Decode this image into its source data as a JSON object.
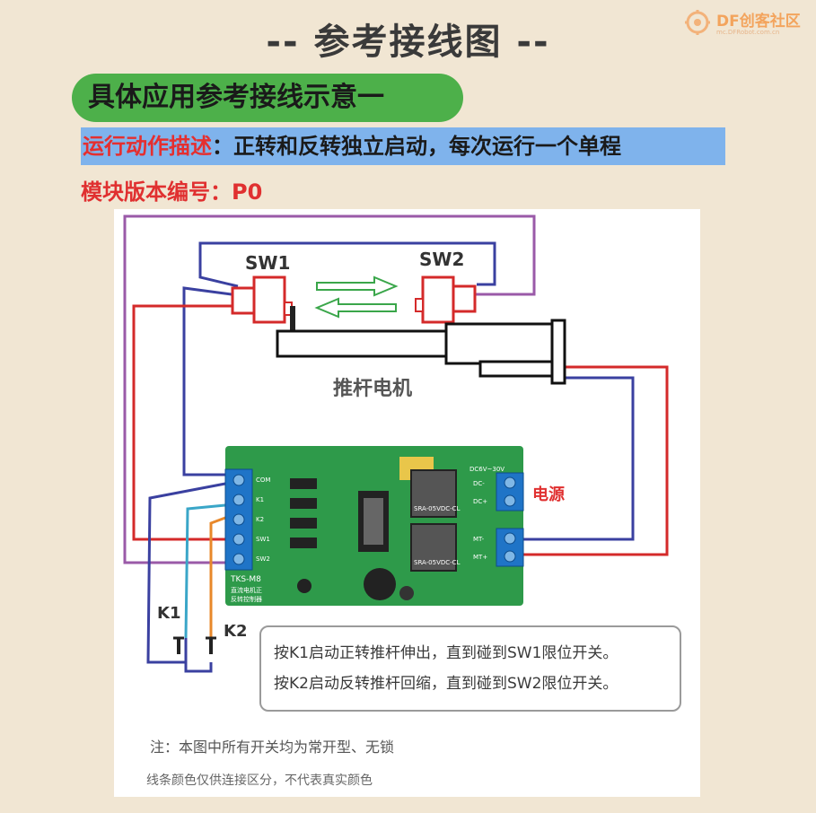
{
  "watermark": {
    "brand": "DF创客社区",
    "url": "mc.DFRobot.com.cn"
  },
  "title": "-- 参考接线图 --",
  "section_pill": "具体应用参考接线示意一",
  "motion": {
    "label": "运行动作描述",
    "separator": "：",
    "text": "正转和反转独立启动，每次运行一个单程"
  },
  "module_version": "模块版本编号：P0",
  "diagram": {
    "sw1": "SW1",
    "sw2": "SW2",
    "motor": "推杆电机",
    "power": "电源",
    "k1": "K1",
    "k2": "K2",
    "pcb": {
      "model": "TKS-M8",
      "subtitle1": "直流电机正",
      "subtitle2": "反转控制器",
      "dc_range": "DC6V~30V",
      "dc_minus": "DC-",
      "dc_plus": "DC+",
      "mt_minus": "MT-",
      "mt_plus": "MT+",
      "relay1": "SRA-05VDC-CL",
      "relay2": "SRA-05VDC-CL",
      "left_terminals": [
        "COM",
        "K1",
        "K2",
        "SW1",
        "SW2"
      ]
    },
    "instructions": [
      "按K1启动正转推杆伸出，直到碰到SW1限位开关。",
      "按K2启动反转推杆回缩，直到碰到SW2限位开关。"
    ],
    "note1": "注：本图中所有开关均为常开型、无锁",
    "note2": "线条颜色仅供连接区分，不代表真实颜色"
  },
  "colors": {
    "background": "#f1e6d3",
    "pill_green": "#4db04a",
    "highlight_blue": "#7fb3ec",
    "label_red": "#e52f2f",
    "wire_purple": "#9a5aa8",
    "wire_blue": "#3a40a0",
    "wire_red": "#d42a2a",
    "wire_cyan": "#3aa6c8",
    "wire_orange": "#e8882a",
    "pcb_green": "#2e9a4a",
    "terminal_blue": "#1f74c7"
  }
}
